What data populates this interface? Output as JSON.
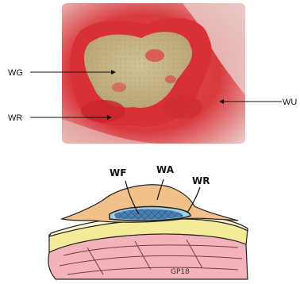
{
  "photo_labels": {
    "wg": "WG",
    "wr": "WR",
    "wu": "WU"
  },
  "sketch_labels": {
    "wf": "WF",
    "wa": "WA",
    "wr": "WR",
    "signature": "GP18"
  },
  "colors": {
    "skin_red": "#d63a3a",
    "wound_base": "#c9b88a",
    "dressing_orange": "#f2c08a",
    "filler_blue": "#4a7fb0",
    "fat_yellow": "#f5ea9a",
    "muscle_pink": "#f3b3ba"
  }
}
